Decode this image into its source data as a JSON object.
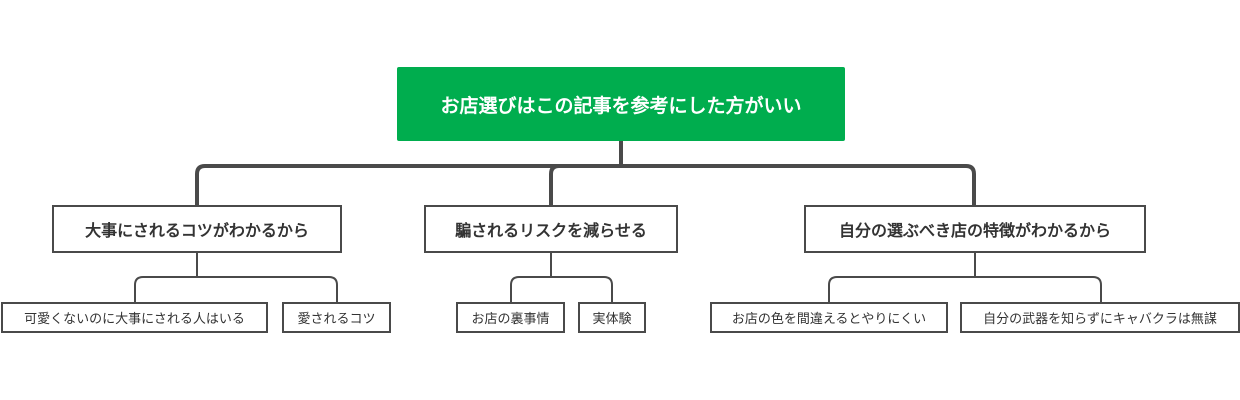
{
  "root": {
    "label": "お店選びはこの記事を参考にした方がいい"
  },
  "branches": [
    {
      "label": "大事にされるコツがわかるから",
      "children": [
        "可愛くないのに大事にされる人はいる",
        "愛されるコツ"
      ]
    },
    {
      "label": "騙されるリスクを減らせる",
      "children": [
        "お店の裏事情",
        "実体験"
      ]
    },
    {
      "label": "自分の選ぶべき店の特徴がわかるから",
      "children": [
        "お店の色を間違えるとやりにくい",
        "自分の武器を知らずにキャバクラは無謀"
      ]
    }
  ],
  "colors": {
    "root_fill": "#00ad4e",
    "root_text": "#ffffff",
    "line": "#4a4a4a",
    "text": "#333333"
  }
}
